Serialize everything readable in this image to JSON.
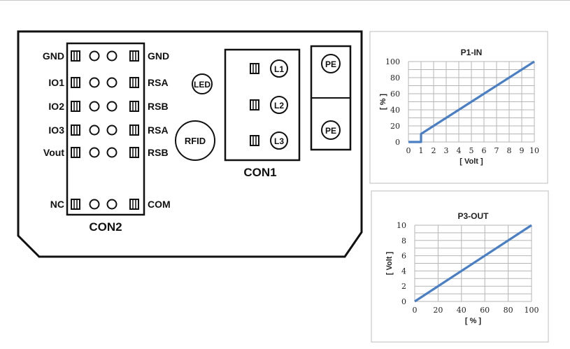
{
  "board": {
    "con2": {
      "label": "CON2",
      "left_labels": [
        "GND",
        "IO1",
        "IO2",
        "IO3",
        "Vout",
        "NC"
      ],
      "right_labels": [
        "GND",
        "RSA",
        "RSB",
        "RSA",
        "RSB",
        "COM"
      ]
    },
    "led_label": "LED",
    "rfid_label": "RFID",
    "con1": {
      "label": "CON1",
      "terminals": [
        "L1",
        "L2",
        "L3"
      ]
    },
    "pe_labels": [
      "PE",
      "PE"
    ]
  },
  "chart_data": [
    {
      "type": "line",
      "title": "P1-IN",
      "xlabel": "[ Volt ]",
      "ylabel": "[ % ]",
      "xlim": [
        0,
        10
      ],
      "ylim": [
        0,
        100
      ],
      "xticks": [
        "0",
        "1",
        "2",
        "3",
        "4",
        "5",
        "6",
        "7",
        "8",
        "9",
        "10"
      ],
      "yticks": [
        "0",
        "20",
        "40",
        "60",
        "80",
        "100"
      ],
      "grid": true,
      "color": "#4a7fc4",
      "series": [
        {
          "x": [
            0,
            1,
            1,
            10
          ],
          "y": [
            0,
            0,
            10,
            100
          ]
        }
      ]
    },
    {
      "type": "line",
      "title": "P3-OUT",
      "xlabel": "[ % ]",
      "ylabel": "[ Volt ]",
      "xlim": [
        0,
        100
      ],
      "ylim": [
        0,
        10
      ],
      "xticks": [
        "0",
        "20",
        "40",
        "60",
        "80",
        "100"
      ],
      "yticks": [
        "0",
        "2",
        "4",
        "6",
        "8",
        "10"
      ],
      "grid": true,
      "color": "#4a7fc4",
      "series": [
        {
          "x": [
            0,
            100
          ],
          "y": [
            0,
            10
          ]
        }
      ]
    }
  ]
}
